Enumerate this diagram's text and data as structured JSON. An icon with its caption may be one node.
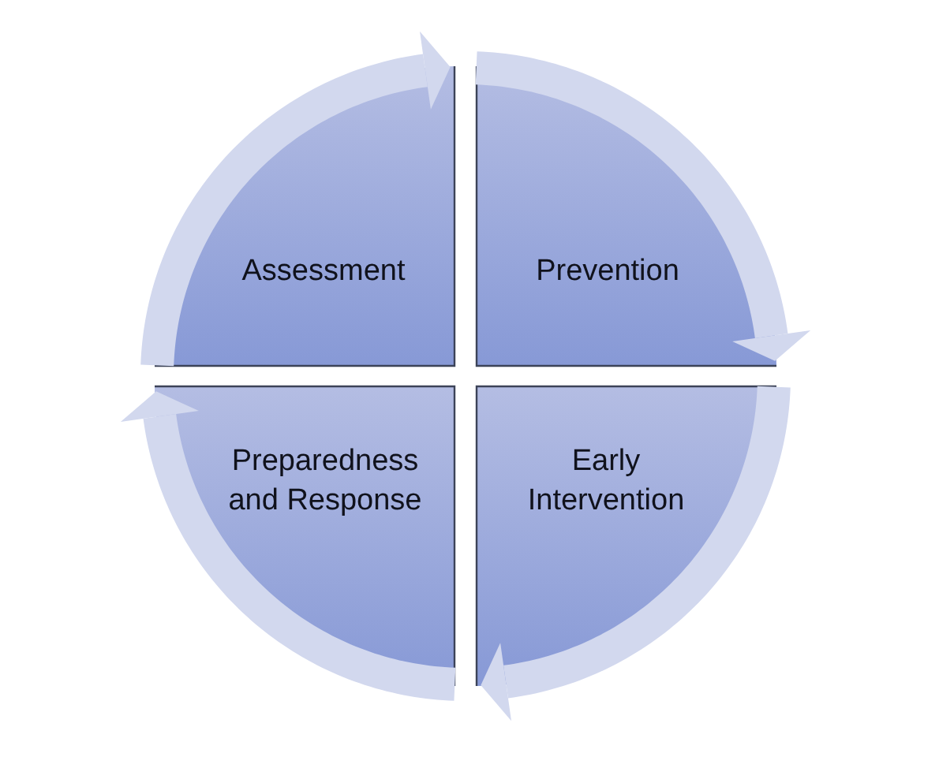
{
  "diagram": {
    "nodes": [
      {
        "text": [
          "Assessment"
        ]
      },
      {
        "text": [
          "Prevention"
        ]
      },
      {
        "text": [
          "Preparedness and Response"
        ]
      },
      {
        "text": [
          "Early Intervention"
        ]
      }
    ],
    "edges": [
      {
        "from": 0,
        "to": 1,
        "arrow": "to"
      },
      {
        "from": 1,
        "to": 3,
        "arrow": "to"
      },
      {
        "from": 3,
        "to": 2,
        "arrow": "to"
      },
      {
        "from": 2,
        "to": 0,
        "arrow": "to"
      }
    ]
  }
}
